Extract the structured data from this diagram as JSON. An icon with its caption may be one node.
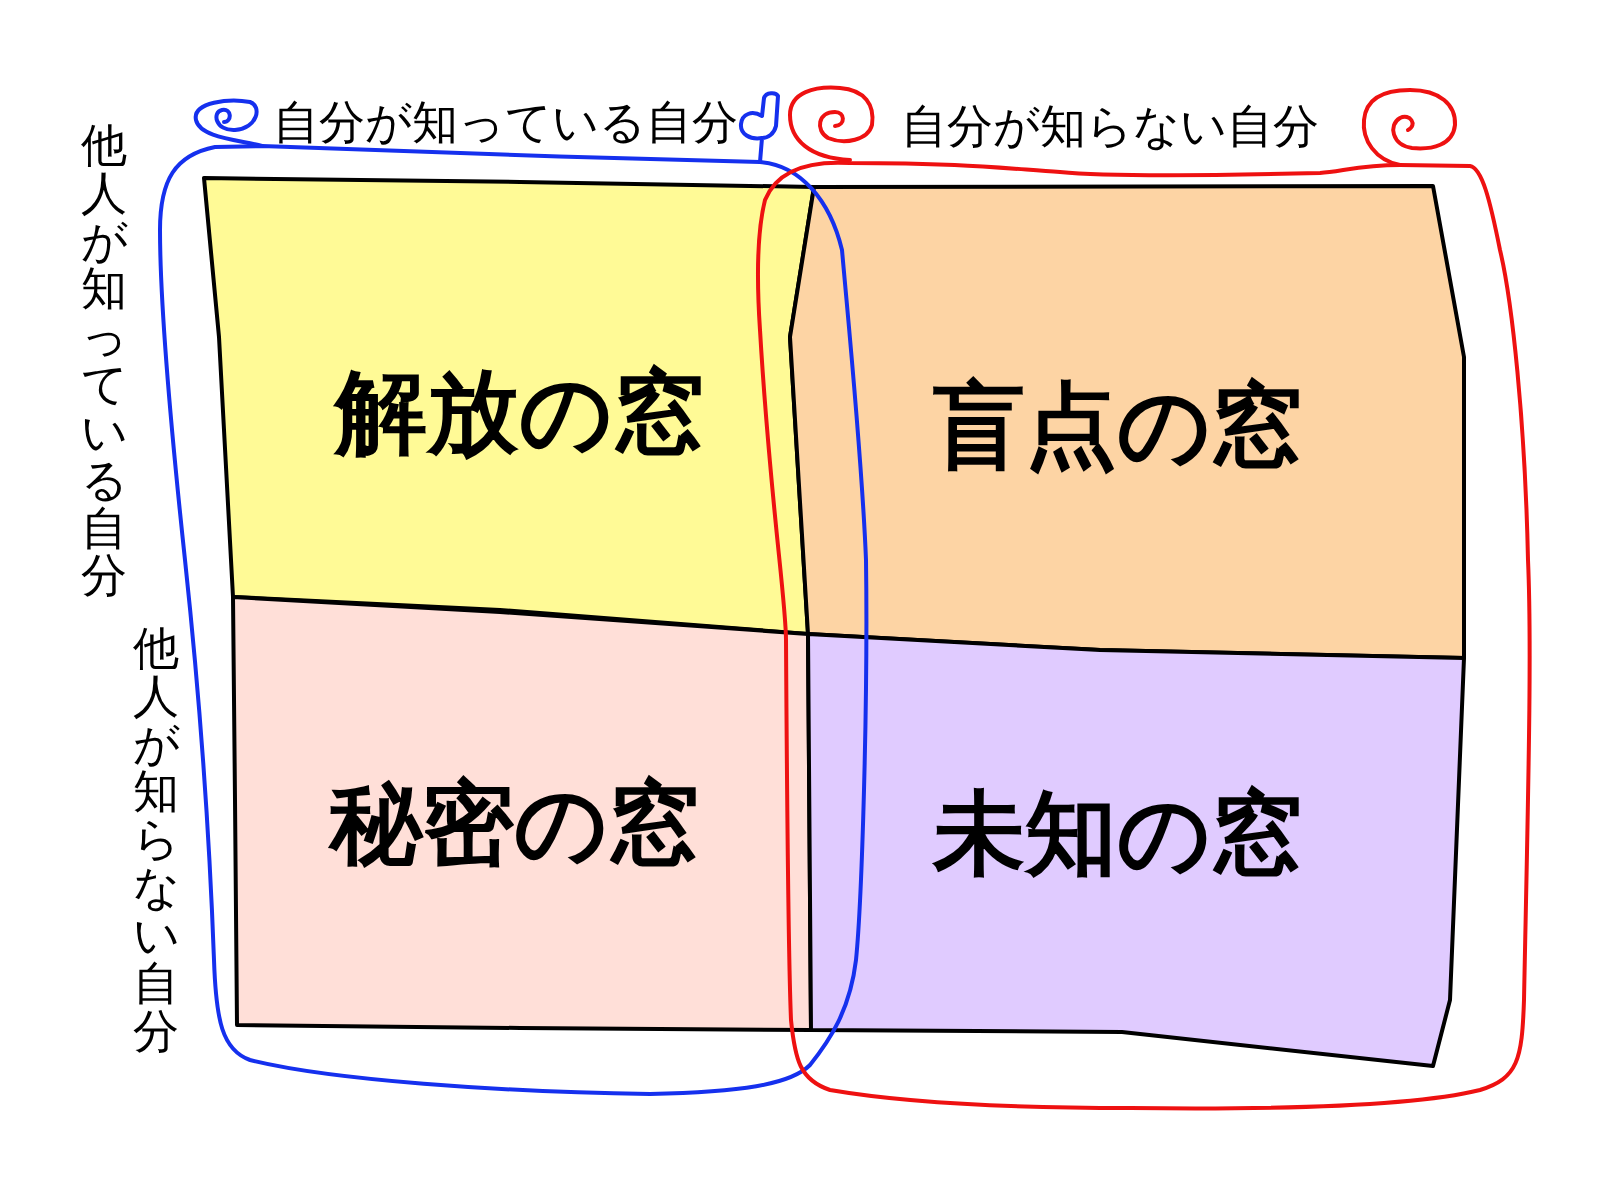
{
  "diagram": {
    "nodes": [
      {
        "text": [
          "自分が知っている自分"
        ]
      },
      {
        "text": [
          "解放の窓"
        ],
        "in": 0
      },
      {
        "text": [
          "秘密の窓"
        ],
        "in": 0
      },
      {
        "text": [
          "自分が知らない自分"
        ]
      },
      {
        "text": [
          "盲点の窓"
        ],
        "in": 3
      },
      {
        "text": [
          "未知の窓"
        ],
        "in": 3
      }
    ],
    "labels": [
      "他人が知っている自分",
      "他人が知らない自分"
    ]
  }
}
